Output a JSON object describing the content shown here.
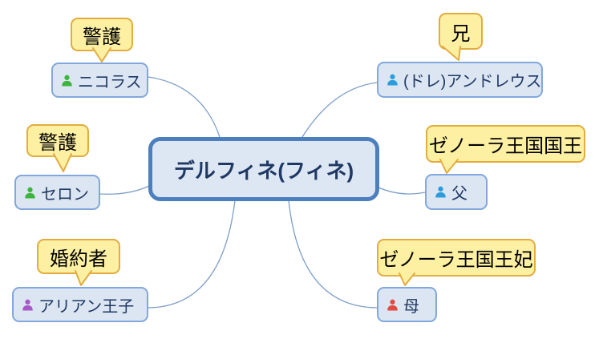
{
  "diagram": {
    "type": "mind-map-relationship-chart",
    "center_node": {
      "label": "デルフィネ(フィネ)"
    },
    "nodes": [
      {
        "label": "ニコラス",
        "relation": "警護",
        "icon": "person-icon",
        "icon_color": "#3CB53C"
      },
      {
        "label": "(ドレ)アンドレウス",
        "relation": "兄",
        "icon": "person-icon",
        "icon_color": "#2D9CDB"
      },
      {
        "label": "セロン",
        "relation": "警護",
        "icon": "person-icon",
        "icon_color": "#3CB53C"
      },
      {
        "label": "父",
        "relation": "ゼノーラ王国国王",
        "icon": "person-icon",
        "icon_color": "#2D9CDB"
      },
      {
        "label": "アリアン王子",
        "relation": "婚約者",
        "icon": "person-icon",
        "icon_color": "#A958C9"
      },
      {
        "label": "母",
        "relation": "ゼノーラ王国王妃",
        "icon": "person-icon",
        "icon_color": "#DE4B44"
      }
    ],
    "colors": {
      "background": "#FFFFFF",
      "node_fill": "#DCE6F2",
      "node_border": "#82A7DC",
      "node_text": "#1F3864",
      "center_fill": "#DDE7F3",
      "center_border": "#4C7FBE",
      "callout_fill": "#FDF0A3",
      "callout_border": "#E2AC3E",
      "callout_text": "#000000",
      "connector": "#7D9EC9"
    }
  }
}
